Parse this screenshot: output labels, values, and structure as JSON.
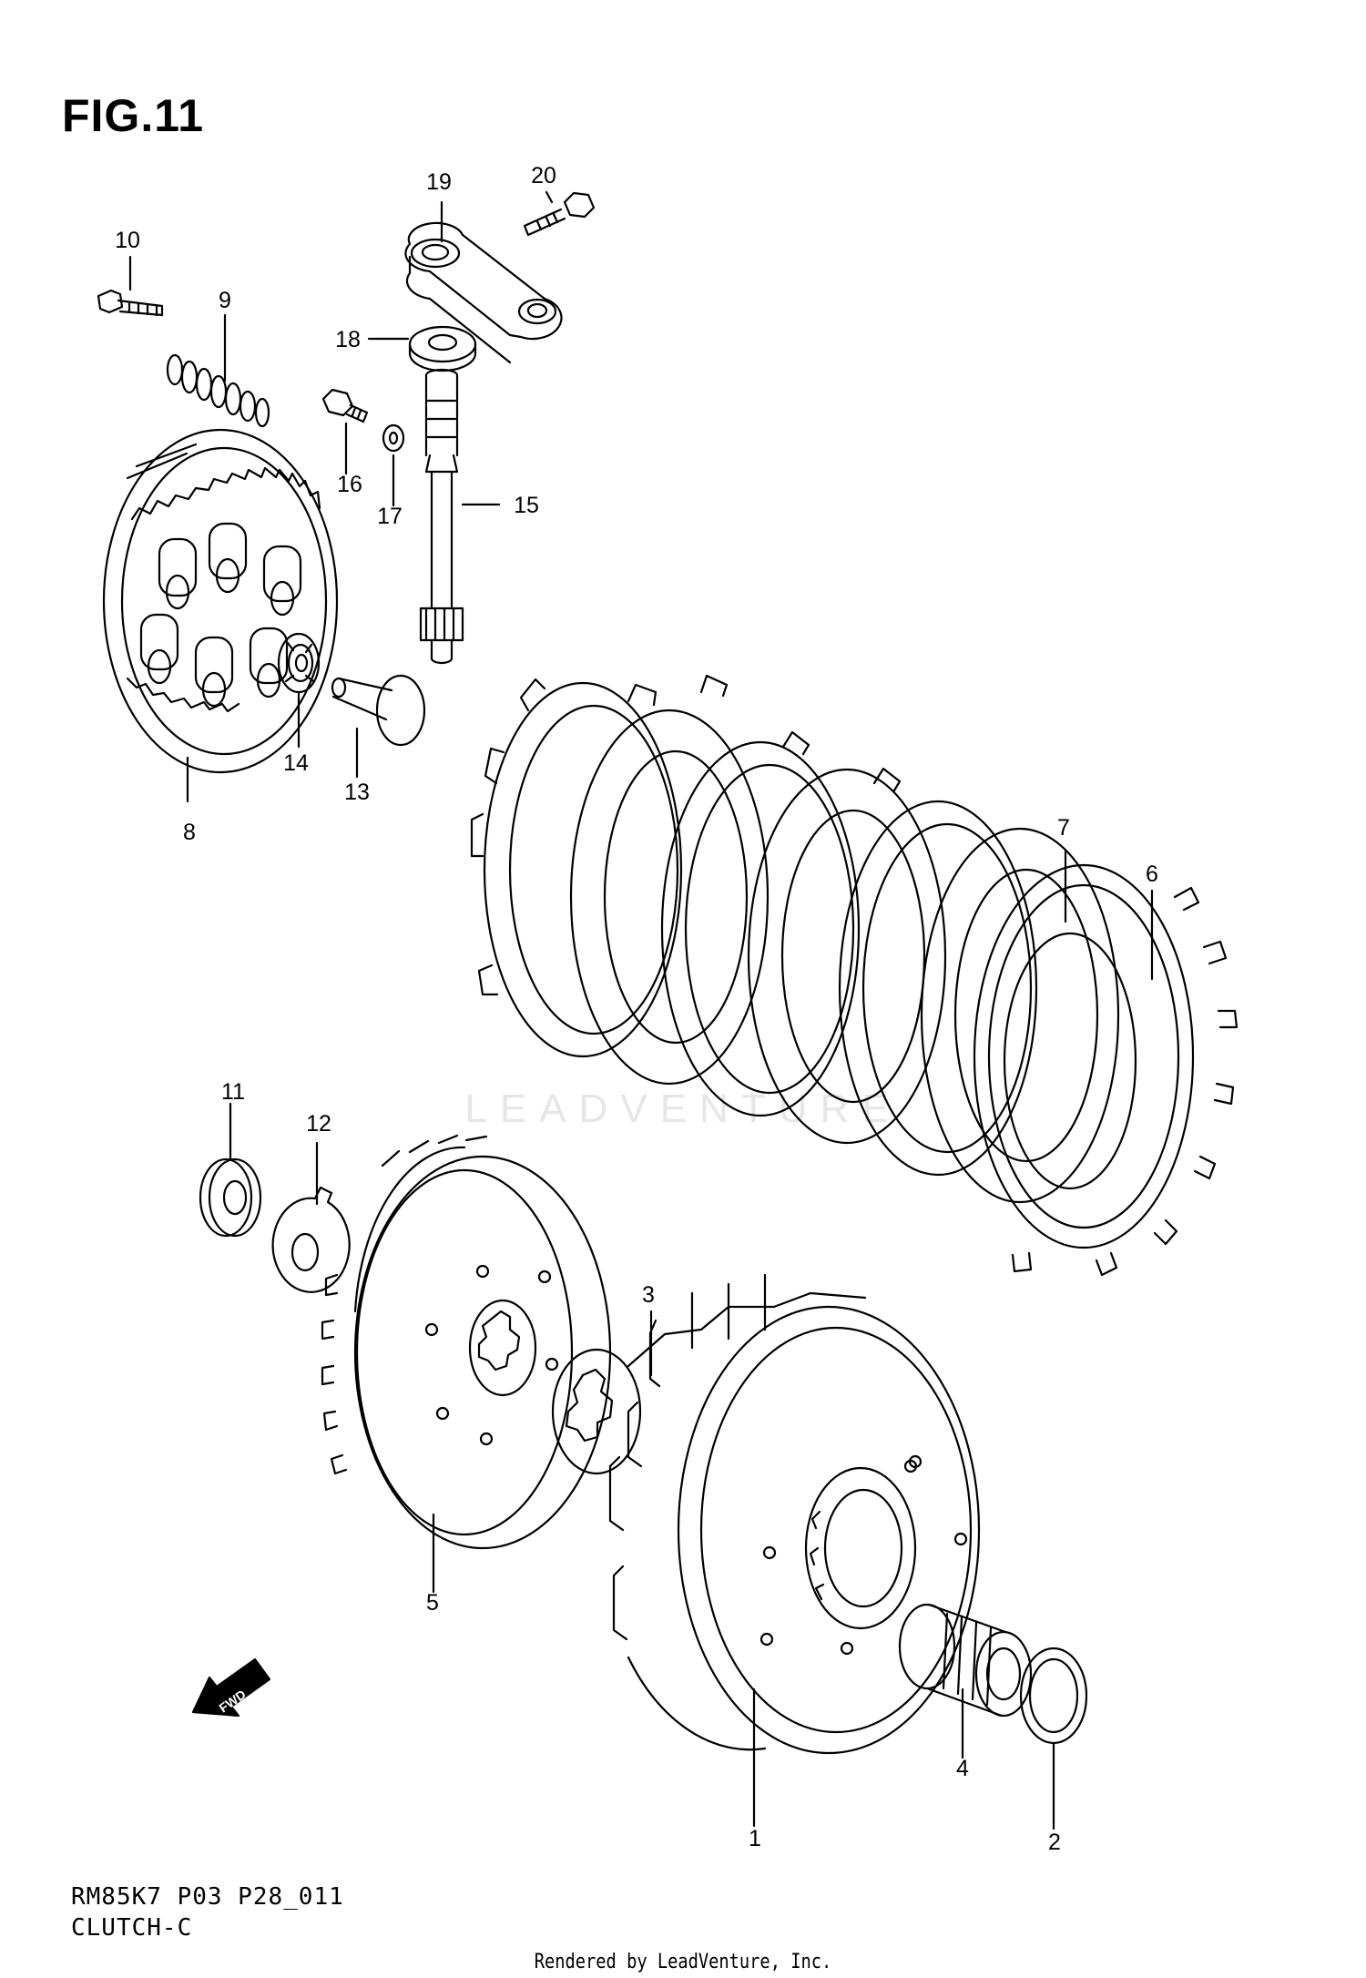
{
  "figure": {
    "title": "FIG.11",
    "code": "RM85K7 P03 P28_011",
    "name": "CLUTCH-C",
    "credit": "Rendered by LeadVenture, Inc.",
    "watermark": "LEADVENTURE",
    "direction_label": "FWD"
  },
  "callouts": [
    "1",
    "2",
    "3",
    "4",
    "5",
    "6",
    "7",
    "8",
    "9",
    "10",
    "11",
    "12",
    "13",
    "14",
    "15",
    "16",
    "17",
    "18",
    "19",
    "20"
  ]
}
